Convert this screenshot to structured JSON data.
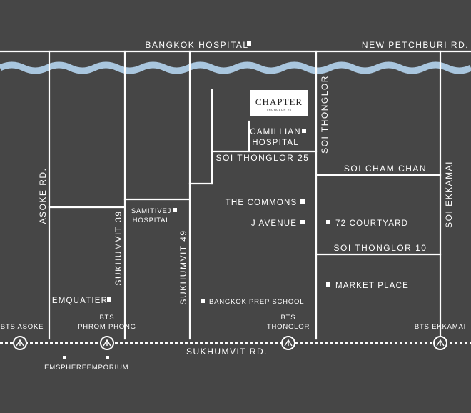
{
  "map": {
    "colors": {
      "background": "#464646",
      "road": "#ffffff",
      "river": "#a9c6de",
      "rail": "#ffffff"
    },
    "logo": {
      "name": "CHAPTER",
      "subtitle": "THONGLOR 25"
    },
    "roads": {
      "bangkok_hospital": "BANGKOK HOSPITAL",
      "new_petchburi": "NEW PETCHBURI RD.",
      "asoke": "ASOKE RD.",
      "sukhumvit_39": "SUKHUMVIT 39",
      "sukhumvit_49": "SUKHUMVIT 49",
      "soi_thonglor": "SOI THONGLOR",
      "soi_thonglor_25": "SOI THONGLOR 25",
      "soi_cham_chan": "SOI CHAM CHAN",
      "soi_thonglor_10": "SOI THONGLOR 10",
      "soi_ekkamai": "SOI EKKAMAI",
      "sukhumvit": "SUKHUMVIT RD."
    },
    "places": {
      "camillian_1": "CAMILLIAN",
      "camillian_2": "HOSPITAL",
      "samitivej_1": "SAMITIVEJ",
      "samitivej_2": "HOSPITAL",
      "the_commons": "THE COMMONS",
      "j_avenue": "J AVENUE",
      "courtyard_72": "72 COURTYARD",
      "market_place": "MARKET PLACE",
      "emquartier": "EMQUATIER",
      "bangkok_prep": "BANGKOK PREP SCHOOL",
      "emsphere": "EMSPHERE",
      "emporium": "EMPORIUM"
    },
    "stations": {
      "asoke": "BTS ASOKE",
      "phrom_phong_1": "BTS",
      "phrom_phong_2": "PHROM PHONG",
      "thonglor_1": "BTS",
      "thonglor_2": "THONGLOR",
      "ekkamai": "BTS EKKAMAI"
    }
  }
}
